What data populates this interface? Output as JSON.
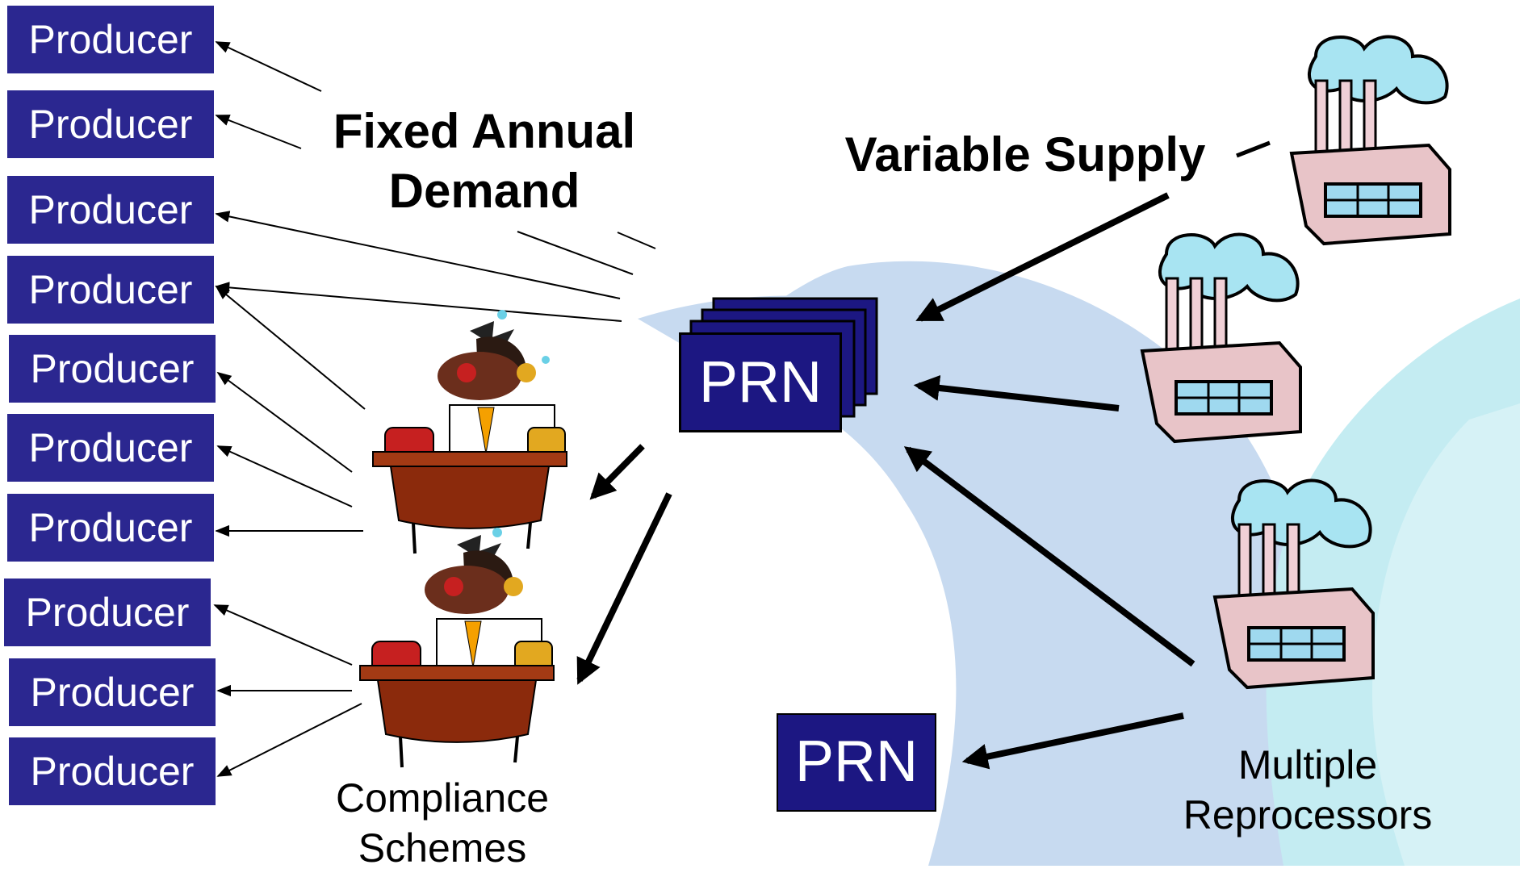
{
  "producers": [
    "Producer",
    "Producer",
    "Producer",
    "Producer",
    "Producer",
    "Producer",
    "Producer",
    "Producer",
    "Producer",
    "Producer"
  ],
  "fixed_demand": {
    "line1": "Fixed Annual",
    "line2": "Demand"
  },
  "variable_supply": "Variable Supply",
  "prn_stack_label": "PRN",
  "prn_single_label": "PRN",
  "compliance_schemes": {
    "line1": "Compliance",
    "line2": "Schemes"
  },
  "reprocessors": {
    "line1": "Multiple",
    "line2": "Reprocessors"
  },
  "colors": {
    "box_fill": "#2b2790",
    "prn_fill": "#1c1782",
    "background_swoosh_light": "#c7daf0",
    "background_swoosh_cyan": "#c4ecf2",
    "desk": "#8b2a0c",
    "factory_body": "#e8c4c8",
    "factory_window": "#9fd9ef",
    "smoke": "#a8e4f2"
  },
  "icons": [
    "overwhelmed-clerk-icon",
    "factory-icon"
  ]
}
